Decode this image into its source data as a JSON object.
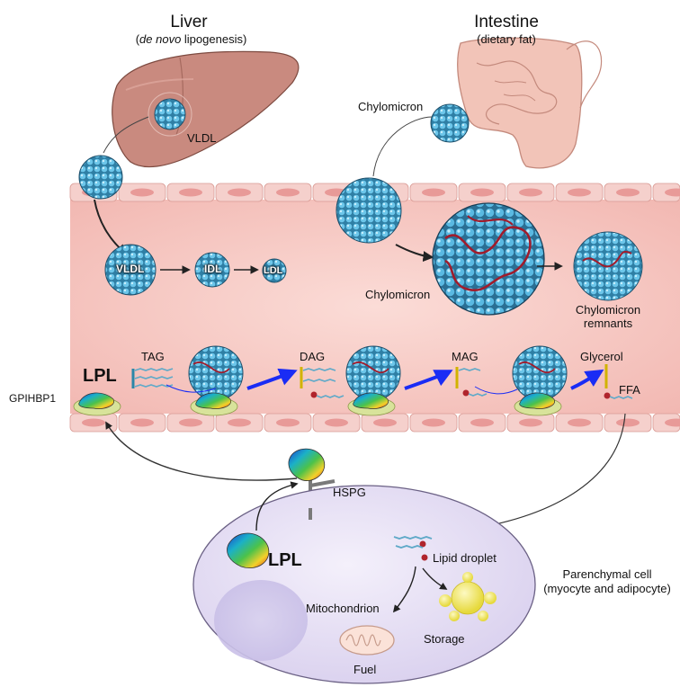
{
  "organs": {
    "liver": {
      "title": "Liver",
      "subtitle_italic": "de novo",
      "subtitle_rest": " lipogenesis"
    },
    "intestine": {
      "title": "Intestine",
      "subtitle": "(dietary fat)"
    }
  },
  "particles": {
    "vldl_liver": "VLDL",
    "chylomicron_top": "Chylomicron",
    "vldl": "VLDL",
    "idl": "IDL",
    "ldl": "LDL",
    "chylomicron_mid": "Chylomicron",
    "remnants_line1": "Chylomicron",
    "remnants_line2": "remnants"
  },
  "lipolysis": {
    "lpl": "LPL",
    "gpihbp1": "GPIHBP1",
    "tag": "TAG",
    "dag": "DAG",
    "mag": "MAG",
    "glycerol": "Glycerol",
    "ffa": "FFA"
  },
  "cell": {
    "hspg": "HSPG",
    "lpl": "LPL",
    "lipid_droplet": "Lipid droplet",
    "mitochondrion": "Mitochondrion",
    "storage": "Storage",
    "fuel": "Fuel",
    "parenchymal_line1": "Parenchymal cell",
    "parenchymal_line2": "(myocyte and adipocyte)"
  },
  "colors": {
    "vessel_lumen": "#f6c9c4",
    "endothelial_cell": "#f5d0cc",
    "endothelial_nucleus": "#e89a98",
    "lipoprotein": "#5fb8dc",
    "apob_chain": "#a01c2c",
    "arrow_blue": "#1a2cf5",
    "cell_body": "#e8e2f5",
    "liver": "#c98a7f",
    "intestine": "#f2c4b8",
    "gpihbp1": "#d8e39a",
    "fat_droplet": "#f4ec6a"
  }
}
